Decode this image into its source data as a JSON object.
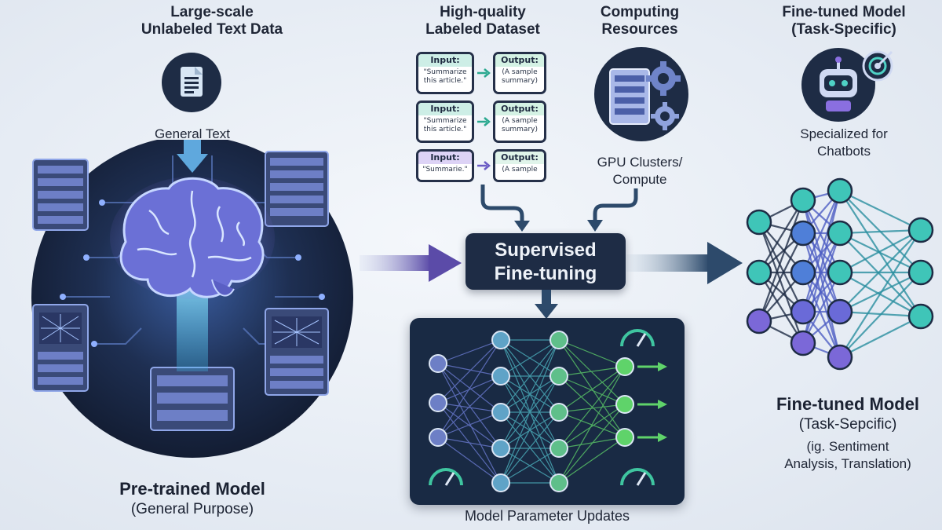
{
  "colors": {
    "navy": "#1e2c45",
    "teal": "#2fb7b0",
    "purple": "#8a6fe0",
    "green": "#5fd36a",
    "blue": "#4f7fd8",
    "background": "#e9eef5"
  },
  "icons": [
    "document-icon",
    "brain-icon",
    "server-stack-icon",
    "gpu-server-icon",
    "gear-icon",
    "robot-icon",
    "target-icon",
    "gauge-icon",
    "arrow-right-icon",
    "arrow-down-icon"
  ],
  "pretrained": {
    "data_header": [
      "Large-scale",
      "Unlabeled Text Data"
    ],
    "general_text": "General Text",
    "title": "Pre-trained Model",
    "subtitle": "(General Purpose)"
  },
  "dataset": {
    "header": [
      "High-quality",
      "Labeled Dataset"
    ],
    "pairs": [
      {
        "input_label": "Input:",
        "input_text": [
          "\"Summarize",
          "this article.\""
        ],
        "output_label": "Output:",
        "output_text": [
          "(A sample",
          "summary)"
        ]
      },
      {
        "input_label": "Input:",
        "input_text": [
          "\"Summarize",
          "this article.\""
        ],
        "output_label": "Output:",
        "output_text": [
          "(A sample",
          "summary)"
        ]
      },
      {
        "input_label": "Input:",
        "input_text": [
          "\"Summarie.\""
        ],
        "output_label": "Output:",
        "output_text": [
          "(A sample"
        ]
      }
    ]
  },
  "compute": {
    "header": [
      "Computing",
      "Resources"
    ],
    "label": [
      "GPU Clusters/",
      "Compute"
    ]
  },
  "sft": {
    "title": [
      "Supervised",
      "Fine-tuning"
    ],
    "panel_caption": "Model Parameter Updates"
  },
  "finetuned_top": {
    "header": [
      "Fine-tuned Model",
      "(Task-Specific)"
    ],
    "label": [
      "Specialized for",
      "Chatbots"
    ]
  },
  "finetuned_bottom": {
    "title": "Fine-tuned Model",
    "subtitle": "(Task-Sepcific)",
    "note": [
      "(ig. Sentiment",
      "Analysis, Translation)"
    ]
  }
}
